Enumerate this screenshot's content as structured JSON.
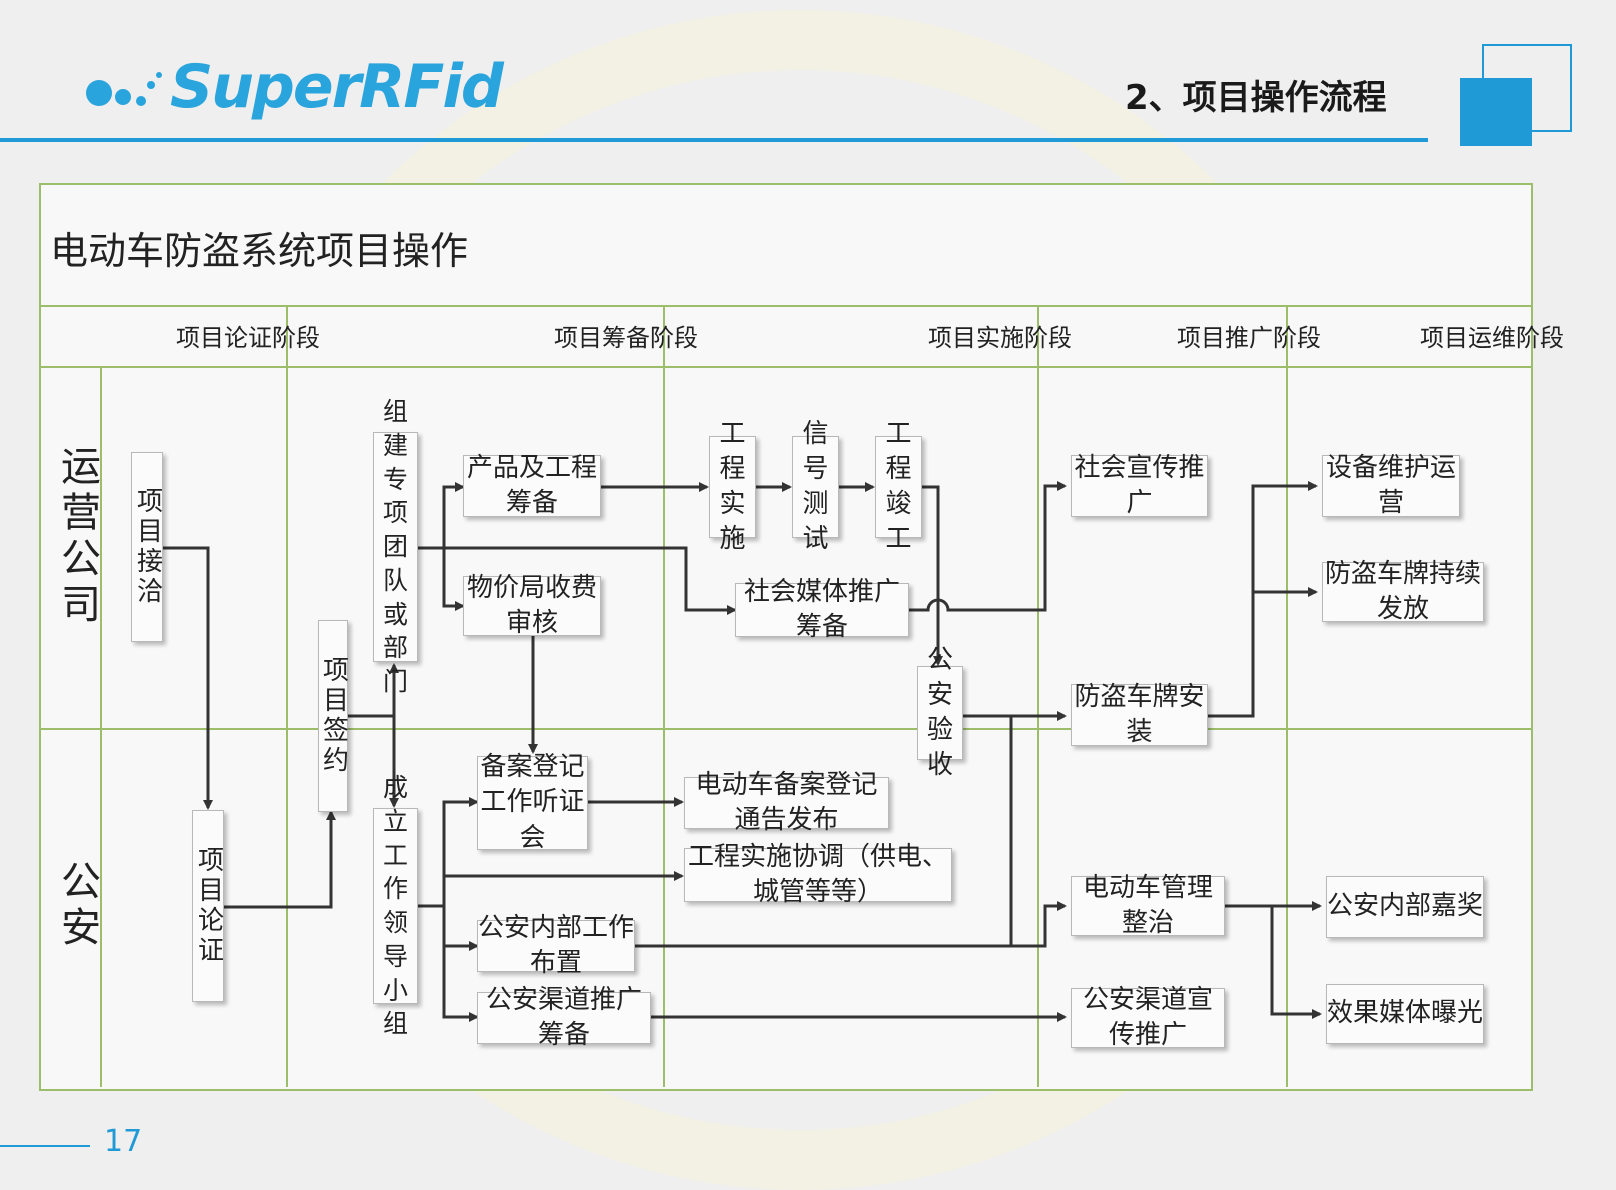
{
  "header": {
    "logo_text": "SuperRFid",
    "slide_title": "2、项目操作流程",
    "page_number": "17"
  },
  "diagram": {
    "title": "电动车防盗系统项目操作",
    "phases": [
      "项目论证阶段",
      "项目筹备阶段",
      "项目实施阶段",
      "项目推广阶段",
      "项目运维阶段"
    ],
    "lanes": [
      "运营公司",
      "公安"
    ],
    "nodes": {
      "reception": "项目接洽",
      "signing": "项目签约",
      "demonstration": "项目论证",
      "team": "组建专项团队或部门",
      "leading_group": "成立工作领导小组",
      "product_prep": "产品及工程筹备",
      "price_review": "物价局收费审核",
      "registration_hearing": "备案登记工作听证会",
      "police_internal_deploy": "公安内部工作布置",
      "police_channel_prep": "公安渠道推广筹备",
      "engineering_impl": "工程实施",
      "signal_test": "信号测试",
      "completion": "工程竣工",
      "social_media_prep": "社会媒体推广筹备",
      "police_acceptance": "公安验收",
      "registration_notice": "电动车备案登记通告发布",
      "coordination": "工程实施协调（供电、城管等等）",
      "social_promo": "社会宣传推广",
      "plate_install": "防盗车牌安装",
      "ev_management": "电动车管理整治",
      "police_channel_promo": "公安渠道宣传推广",
      "maintenance": "设备维护运营",
      "plate_issue": "防盗车牌持续发放",
      "police_award": "公安内部嘉奖",
      "media_exposure": "效果媒体曝光"
    }
  },
  "colors": {
    "accent": "#1f9ad6",
    "grid": "#9cbd6a",
    "arrow": "#333333"
  }
}
